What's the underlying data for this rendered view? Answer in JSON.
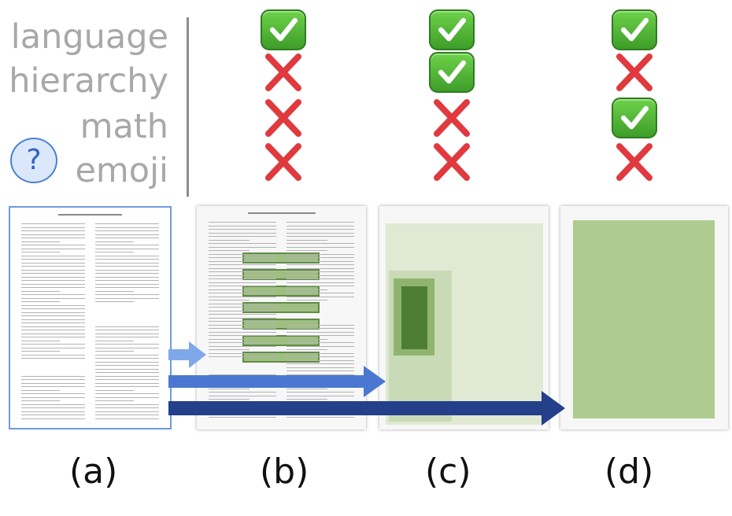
{
  "criteria": [
    "language",
    "hierarchy",
    "math",
    "emoji"
  ],
  "question_mark": "?",
  "columns": [
    {
      "label": "(a)",
      "marks": []
    },
    {
      "label": "(b)",
      "marks": [
        "check",
        "cross",
        "cross",
        "cross"
      ]
    },
    {
      "label": "(c)",
      "marks": [
        "check",
        "check",
        "cross",
        "cross"
      ]
    },
    {
      "label": "(d)",
      "marks": [
        "check",
        "cross",
        "check",
        "cross"
      ]
    }
  ],
  "colors": {
    "criteria_text": "#a8a8a8",
    "check_green": "#4caf36",
    "cross_red": "#e0393e",
    "page_a_border": "#6e9ae0",
    "arrow_light": "#7fa8e8",
    "arrow_mid": "#4a78d0",
    "arrow_dark": "#24408a",
    "highlight_green": "#9fbf82"
  }
}
